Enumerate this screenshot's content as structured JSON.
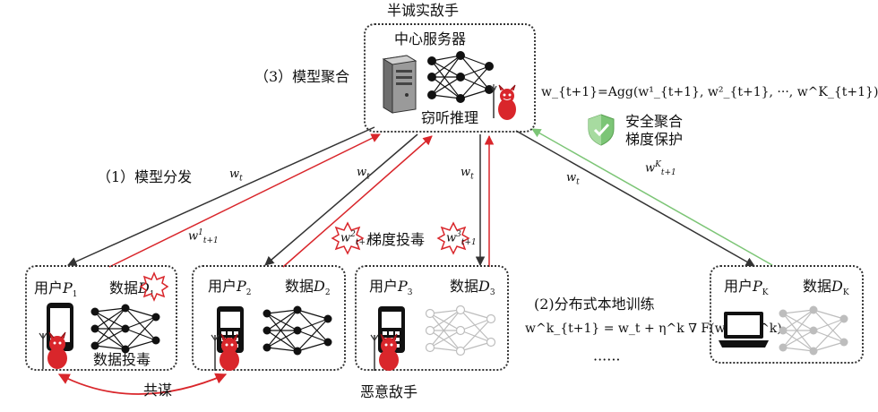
{
  "server": {
    "top_label": "半诚实敌手",
    "title": "中心服务器",
    "eavesdrop": "窃听推理",
    "aggregation_step": "（3）模型聚合",
    "aggregation_formula": "w_{t+1}=Agg(w¹_{t+1}, w²_{t+1}, ···, w^K_{t+1})",
    "secure_agg_line1": "安全聚合",
    "secure_agg_line2": "梯度保护"
  },
  "edges": {
    "distribute_step": "（1）模型分发",
    "w_t": "w",
    "w_t_sub": "t",
    "w1": "w",
    "w1_sup": "1",
    "w1_sub": "t+1",
    "wK": "w",
    "wK_sup": "K",
    "wK_sub": "t+1",
    "gradient_poison": "梯度投毒",
    "w2_sup": "2",
    "w3_sup": "3"
  },
  "clients": [
    {
      "user": "用户",
      "p": "P",
      "p_sub": "1",
      "data": "数据",
      "d": "D",
      "d_sub": "1",
      "note": "数据投毒"
    },
    {
      "user": "用户",
      "p": "P",
      "p_sub": "2",
      "data": "数据",
      "d": "D",
      "d_sub": "2"
    },
    {
      "user": "用户",
      "p": "P",
      "p_sub": "3",
      "data": "数据",
      "d": "D",
      "d_sub": "3"
    },
    {
      "user": "用户",
      "p": "P",
      "p_sub": "K",
      "data": "数据",
      "d": "D",
      "d_sub": "K"
    }
  ],
  "collusion": "共谋",
  "malicious": "恶意敌手",
  "local_training_step": "(2)分布式本地训练",
  "local_formula": "w^k_{t+1} = w_t + η^k ∇ F(w^t, D^k)",
  "ellipsis": "······",
  "colors": {
    "red": "#d9262b",
    "green": "#7cc576",
    "dark": "#333333",
    "gray_net": "#bdbdbd"
  }
}
